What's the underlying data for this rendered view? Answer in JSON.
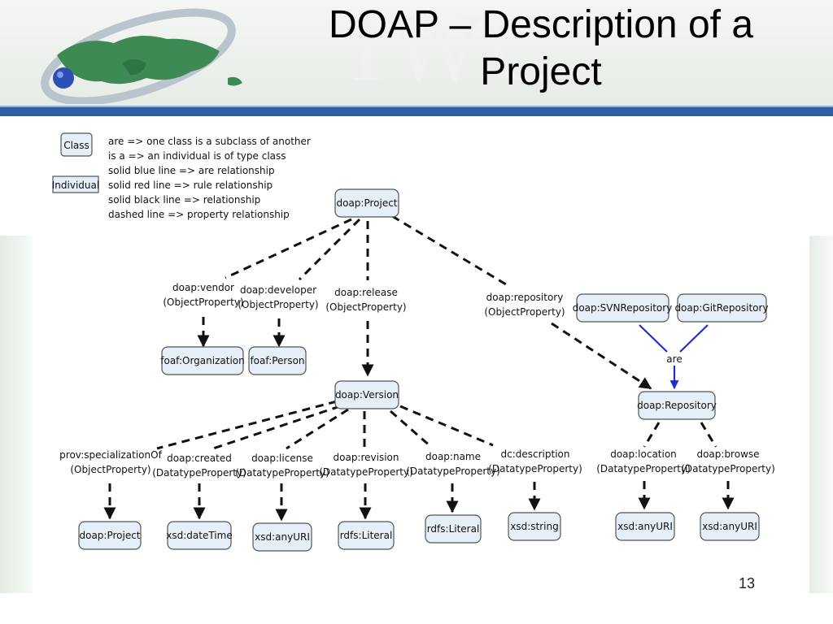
{
  "slide": {
    "title_line1": "DOAP – Description of a",
    "title_line2": "Project",
    "page_number": "13"
  },
  "legend": {
    "class_label": "Class",
    "individual_label": "Individual",
    "lines": [
      "are => one class is a subclass of another",
      "is a => an individual is of type class",
      "solid blue line => are relationship",
      "solid red line => rule relationship",
      "solid black line => relationship",
      "dashed line => property relationship"
    ]
  },
  "colors": {
    "header_bar": "#2f5ea3",
    "node_fill": "#e6eef7",
    "are_line": "#1f2fcf"
  },
  "nodes": {
    "project": "doap:Project",
    "organization": "foaf:Organization",
    "person": "foaf:Person",
    "version": "doap:Version",
    "svn_repository": "doap:SVNRepository",
    "git_repository": "doap:GitRepository",
    "repository": "doap:Repository",
    "project2": "doap:Project",
    "datetime": "xsd:dateTime",
    "anyuri_license": "xsd:anyURI",
    "literal_revision": "rdfs:Literal",
    "literal_name": "rdfs:Literal",
    "string_description": "xsd:string",
    "anyuri_location": "xsd:anyURI",
    "anyuri_browse": "xsd:anyURI"
  },
  "properties": {
    "vendor": [
      "doap:vendor",
      "(ObjectProperty)"
    ],
    "developer": [
      "doap:developer",
      "(ObjectProperty)"
    ],
    "release": [
      "doap:release",
      "(ObjectProperty)"
    ],
    "repository": [
      "doap:repository",
      "(ObjectProperty)"
    ],
    "specialization": [
      "prov:specializationOf",
      "(ObjectProperty)"
    ],
    "created": [
      "doap:created",
      "(DatatypeProperty)"
    ],
    "license": [
      "doap:license",
      "(DatatypeProperty)"
    ],
    "revision": [
      "doap:revision",
      "(DatatypeProperty)"
    ],
    "name": [
      "doap:name",
      "(DatatypeProperty)"
    ],
    "description": [
      "dc:description",
      "(DatatypeProperty)"
    ],
    "location": [
      "doap:location",
      "(DatatypeProperty)"
    ],
    "browse": [
      "doap:browse",
      "(DatatypeProperty)"
    ]
  },
  "are_label": "are"
}
